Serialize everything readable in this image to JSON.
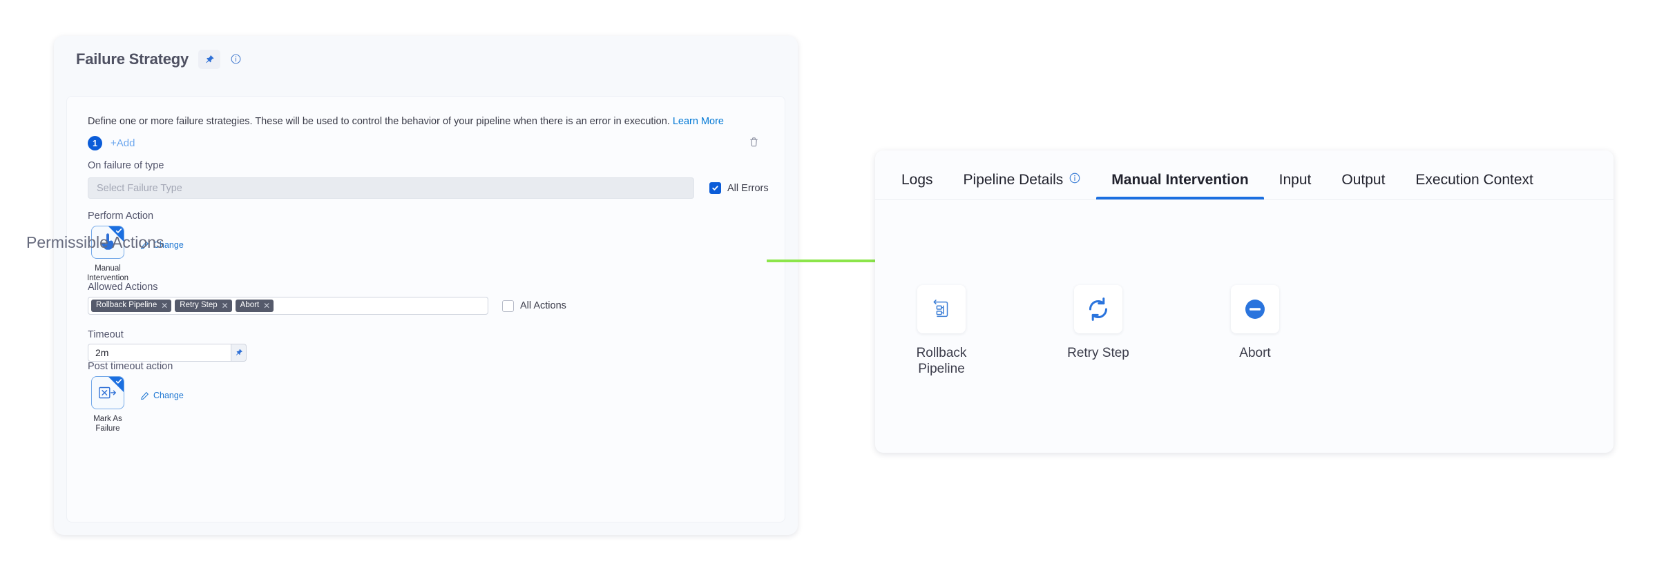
{
  "left_card": {
    "title": "Failure Strategy",
    "pin_icon": "pin-icon",
    "info_icon": "info-circle-icon",
    "description": "Define one or more failure strategies. These will be used to control the behavior of your pipeline when there is an error in execution.",
    "learn_more": "Learn More",
    "strategy_index": "1",
    "add_label": "+Add",
    "delete_icon": "trash-icon",
    "fields": {
      "on_failure_label": "On failure of type",
      "on_failure_placeholder": "Select Failure Type",
      "all_errors_label": "All Errors",
      "all_errors_checked": true,
      "perform_action_label": "Perform Action",
      "perform_action_tile": "Manual\nIntervention",
      "perform_action_tile_line1": "Manual",
      "perform_action_tile_line2": "Intervention",
      "change_label": "Change",
      "allowed_actions_label": "Allowed Actions",
      "allowed_actions_tags": [
        "Rollback Pipeline",
        "Retry Step",
        "Abort"
      ],
      "all_actions_label": "All Actions",
      "all_actions_checked": false,
      "timeout_label": "Timeout",
      "timeout_value": "2m",
      "post_timeout_label": "Post timeout action",
      "post_timeout_tile_line1": "Mark As",
      "post_timeout_tile_line2": "Failure",
      "post_change_label": "Change"
    }
  },
  "arrow": {
    "name": "flow-arrow",
    "color": "#8ce54a"
  },
  "right_panel": {
    "tabs": [
      {
        "label": "Logs",
        "active": false,
        "icon": null
      },
      {
        "label": "Pipeline Details",
        "active": false,
        "icon": "info-circle-icon"
      },
      {
        "label": "Manual Intervention",
        "active": true,
        "icon": null
      },
      {
        "label": "Input",
        "active": false,
        "icon": null
      },
      {
        "label": "Output",
        "active": false,
        "icon": null
      },
      {
        "label": "Execution Context",
        "active": false,
        "icon": null
      }
    ],
    "section_title": "Permissible Actions",
    "actions": [
      {
        "label_line1": "Rollback",
        "label_line2": "Pipeline",
        "icon": "rollback-pipeline-icon"
      },
      {
        "label_line1": "Retry Step",
        "label_line2": "",
        "icon": "retry-icon"
      },
      {
        "label_line1": "Abort",
        "label_line2": "",
        "icon": "abort-icon"
      }
    ]
  },
  "colors": {
    "accent_blue": "#1b6fe0",
    "link_blue": "#0278d5",
    "tag_grey": "#555a6b",
    "arrow_green": "#8ce54a"
  }
}
